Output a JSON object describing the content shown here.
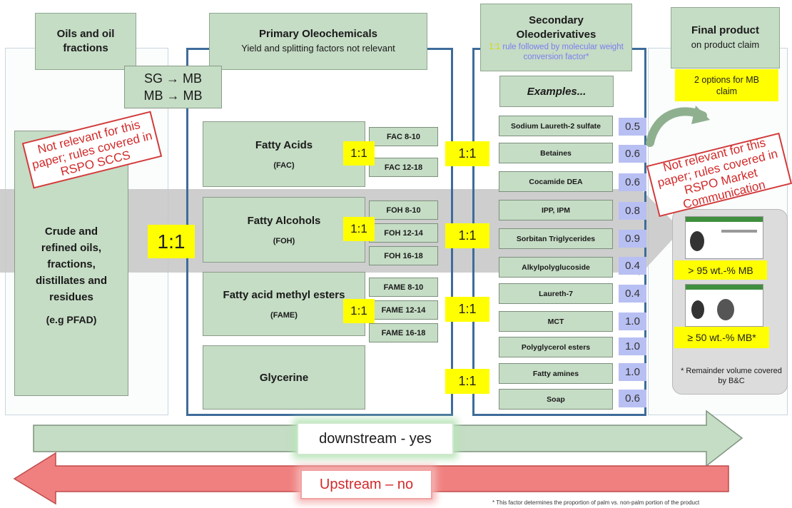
{
  "headers": {
    "oils_title": "Oils and oil fractions",
    "primary_title": "Primary Oleochemicals",
    "primary_sub": "Yield and splitting factors not relevant",
    "secondary_title": "Secondary Oleoderivatives",
    "secondary_sub_prefix": "1:1",
    "secondary_sub": "rule followed by molecular weight conversion factor*",
    "final_title": "Final  product",
    "final_sub": "on product claim"
  },
  "sg_mb": [
    "SG → MB",
    "MB → MB"
  ],
  "crude": {
    "text": "Crude and refined oils, fractions, distillates and residues",
    "example": "(e.g PFAD)"
  },
  "notes": {
    "sccs": "Not relevant for this paper; rules covered in RSPO SCCS",
    "market": "Not relevant for this paper; rules covered in RSPO Market Communication"
  },
  "ratio_big": "1:1",
  "ratio": "1:1",
  "primary": [
    {
      "name": "Fatty Acids",
      "abbr": "(FAC)",
      "fractions": [
        "FAC 8-10",
        "FAC 12-18"
      ]
    },
    {
      "name": "Fatty Alcohols",
      "abbr": "(FOH)",
      "fractions": [
        "FOH 8-10",
        "FOH 12-14",
        "FOH 16-18"
      ]
    },
    {
      "name": "Fatty acid methyl esters",
      "abbr": "(FAME)",
      "fractions": [
        "FAME 8-10",
        "FAME 12-14",
        "FAME 16-18"
      ]
    },
    {
      "name": "Glycerine",
      "abbr": "",
      "fractions": []
    }
  ],
  "examples_label": "Examples...",
  "examples": [
    {
      "name": "Sodium Laureth-2 sulfate",
      "factor": "0.5"
    },
    {
      "name": "Betaines",
      "factor": "0.6"
    },
    {
      "name": "Cocamide DEA",
      "factor": "0.6"
    },
    {
      "name": "IPP, IPM",
      "factor": "0.8"
    },
    {
      "name": "Sorbitan Triglycerides",
      "factor": "0.9"
    },
    {
      "name": "Alkylpolyglucoside",
      "factor": "0.4"
    },
    {
      "name": "Laureth-7",
      "factor": "0.4"
    },
    {
      "name": "MCT",
      "factor": "1.0"
    },
    {
      "name": "Polyglycerol esters",
      "factor": "1.0"
    },
    {
      "name": "Fatty amines",
      "factor": "1.0"
    },
    {
      "name": "Soap",
      "factor": "0.6"
    }
  ],
  "final": {
    "options": "2 options for MB claim",
    "claim_95": "> 95 wt.-% MB",
    "claim_50": "≥ 50 wt.-% MB*",
    "remainder": "* Remainder volume covered by B&C"
  },
  "arrows": {
    "downstream": "downstream - yes",
    "upstream": "Upstream – no"
  },
  "footnote": "* This factor determines the proportion of palm vs. non-palm portion of the product",
  "colors": {
    "green_box": "#c5dcc5",
    "yellow": "#ffff00",
    "factor_blue": "#b8bff2",
    "frame_blue": "#3e6c9a",
    "red": "#d22a2a",
    "downstream_arrow": "#c5dcc5",
    "upstream_arrow": "#f08080"
  }
}
